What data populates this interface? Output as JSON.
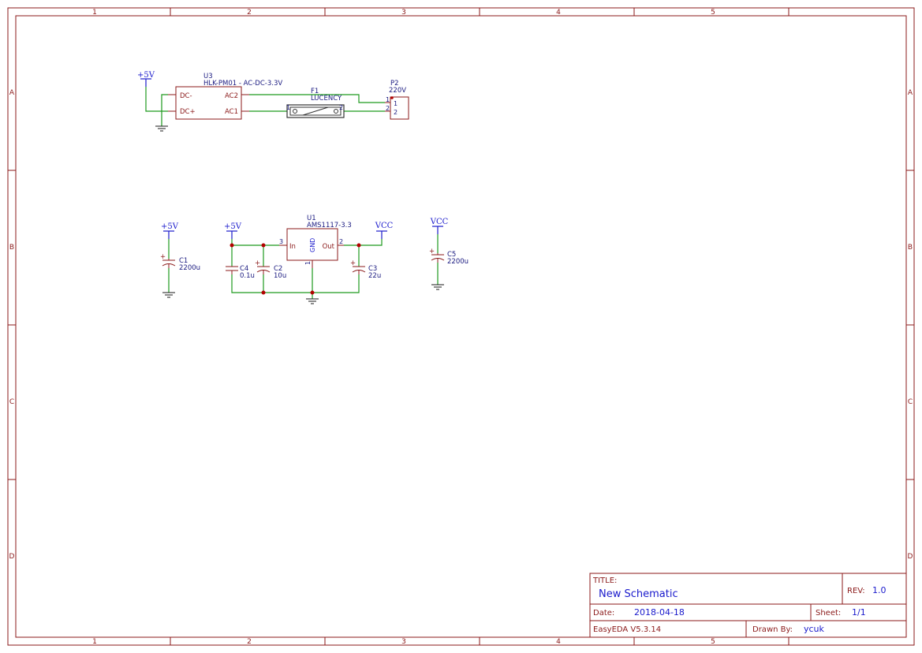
{
  "zones": {
    "columns": [
      "1",
      "2",
      "3",
      "4",
      "5"
    ],
    "rows": [
      "A",
      "B",
      "C",
      "D"
    ]
  },
  "power_labels": {
    "u3_5v": "+5V",
    "c1_5v": "+5V",
    "reg_5v": "+5V",
    "reg_vcc": "VCC",
    "c5_vcc": "VCC"
  },
  "u3": {
    "ref": "U3",
    "value": "HLK-PM01 - AC-DC-3.3V",
    "pins": {
      "dc_minus": "DC-",
      "dc_plus": "DC+",
      "ac2": "AC2",
      "ac1": "AC1"
    }
  },
  "f1": {
    "ref": "F1",
    "value": "LUCENCY",
    "pin1": "1",
    "pin2": "2"
  },
  "p2": {
    "ref": "P2",
    "value": "220V",
    "pin1": "1",
    "pin2": "2",
    "pad1": "1",
    "pad2": "2"
  },
  "u1": {
    "ref": "U1",
    "value": "AMS1117-3.3",
    "pin_in_name": "In",
    "pin_out_name": "Out",
    "pin_gnd_name": "GND",
    "pin_in_num": "3",
    "pin_out_num": "2",
    "pin_gnd_num": "1"
  },
  "capacitors": {
    "c1": {
      "ref": "C1",
      "value": "2200u"
    },
    "c4": {
      "ref": "C4",
      "value": "0.1u"
    },
    "c2": {
      "ref": "C2",
      "value": "10u"
    },
    "c3": {
      "ref": "C3",
      "value": "22u"
    },
    "c5": {
      "ref": "C5",
      "value": "2200u"
    }
  },
  "title_block": {
    "title_label": "TITLE:",
    "title": "New Schematic",
    "rev_label": "REV:",
    "rev": "1.0",
    "date_label": "Date:",
    "date": "2018-04-18",
    "sheet_label": "Sheet:",
    "sheet": "1/1",
    "software": "EasyEDA V5.3.14",
    "drawn_label": "Drawn By:",
    "drawn_by": "ycuk"
  },
  "colors": {
    "frame": "#8b1a1a",
    "wire": "#1e9a1e",
    "text": "#1a1acc",
    "junction": "#b30000"
  }
}
